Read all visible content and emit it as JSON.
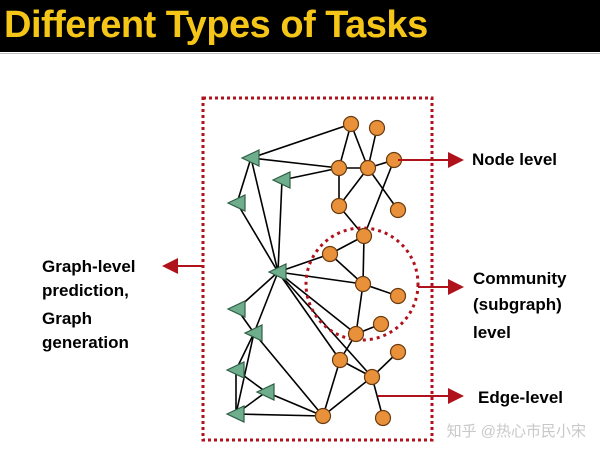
{
  "title": "Different Types of Tasks",
  "labels": {
    "node_level": "Node level",
    "community_level": [
      "Community",
      "(subgraph)",
      "level"
    ],
    "edge_level": "Edge-level",
    "graph_level": [
      "Graph-level",
      "prediction,",
      "Graph",
      "generation"
    ]
  },
  "watermark": "知乎 @热心市民小宋",
  "colors": {
    "title_text": "#f5c518",
    "title_bg": "#000000",
    "box_border": "#b0121b",
    "arrow": "#b0121b",
    "node_circle": "#e8913a",
    "node_triangle": "#6fae8c",
    "edge": "#000000"
  }
}
